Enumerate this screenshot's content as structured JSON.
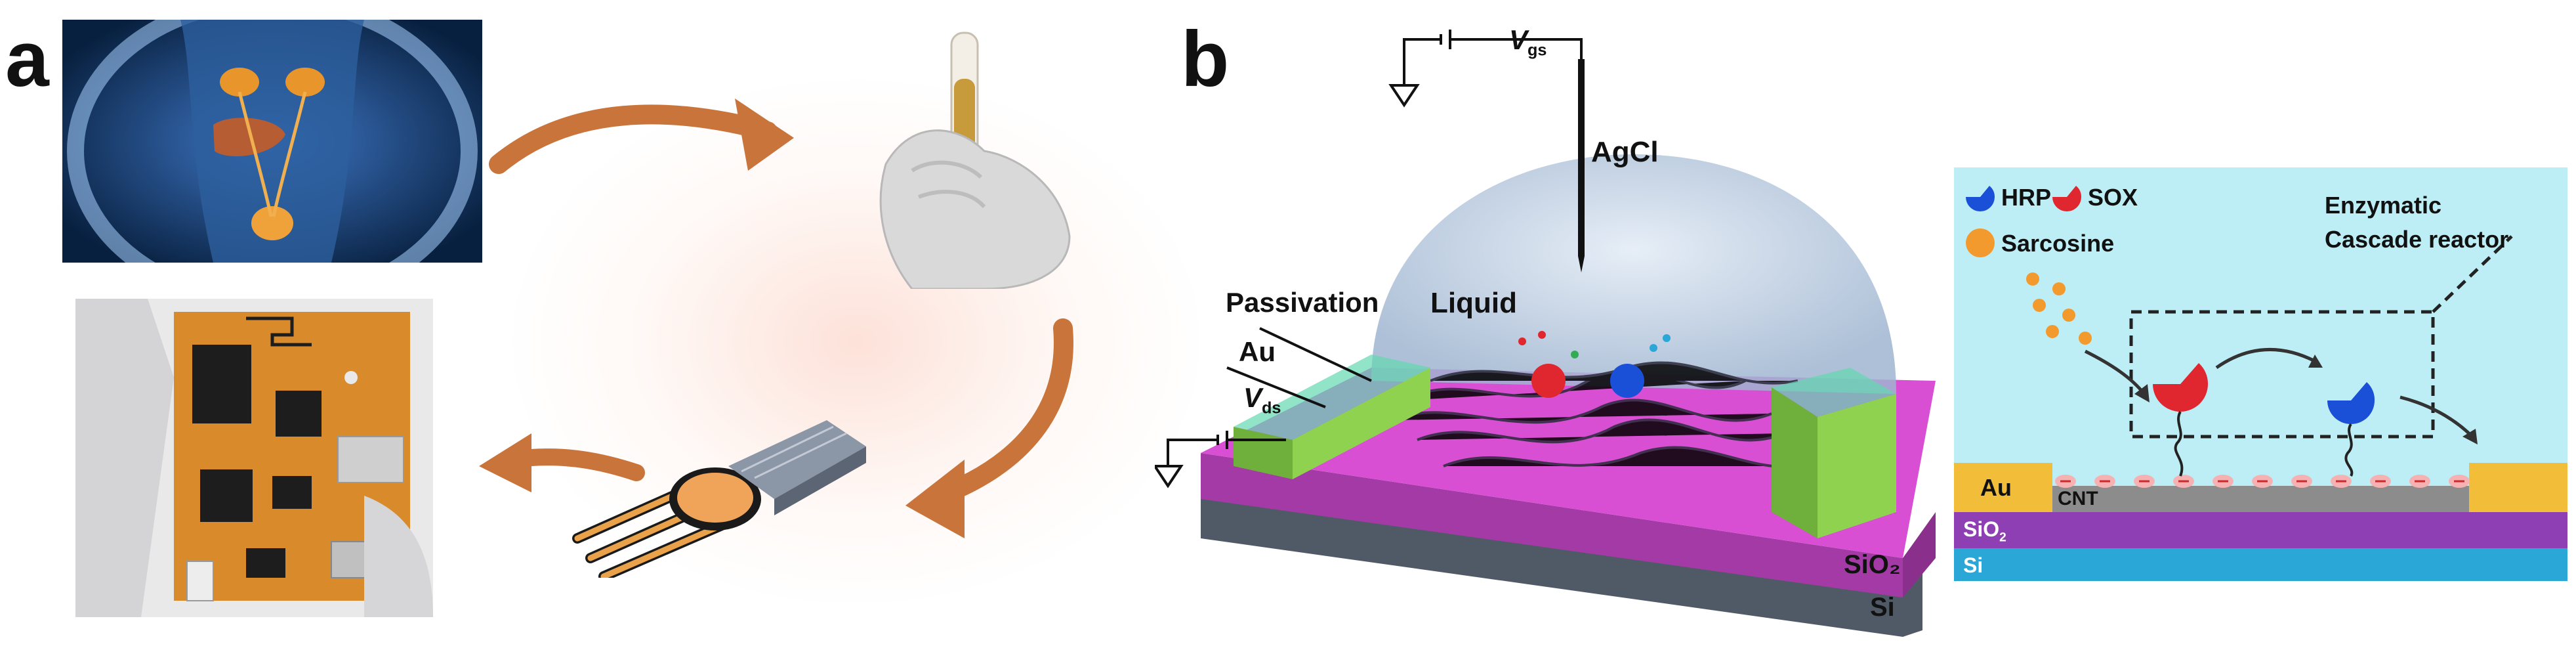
{
  "panel_a": {
    "letter": "a"
  },
  "panel_b": {
    "letter": "b",
    "labels": {
      "vgs": "V",
      "vgs_sub": "gs",
      "agcl": "AgCl",
      "liquid": "Liquid",
      "passivation": "Passivation",
      "au": "Au",
      "vds": "V",
      "vds_sub": "ds",
      "sio2": "SiO₂",
      "si": "Si"
    },
    "inset": {
      "legend_hrp": "HRP",
      "legend_sox": "SOX",
      "legend_sarcosine": "Sarcosine",
      "reactor_line1": "Enzymatic",
      "reactor_line2": "Cascade reactor",
      "au": "Au",
      "cnt": "CNT",
      "sio2": "SiO",
      "sio2_sub": "2",
      "si": "Si"
    }
  },
  "colors": {
    "arrow": "#c8743a",
    "liquid_dome": "#b7c9df",
    "passivation": "#8fd24f",
    "substrate_top": "#d94fd4",
    "substrate_side": "#a43aa6",
    "si_layer": "#505a66",
    "inset_bg": "#bdeef6",
    "inset_au": "#f2be3a",
    "inset_sio2": "#8e3fb3",
    "inset_si": "#2aa7d6",
    "hrp": "#1a4fd8",
    "sox": "#e0262e",
    "sarcosine": "#f29a2e"
  }
}
